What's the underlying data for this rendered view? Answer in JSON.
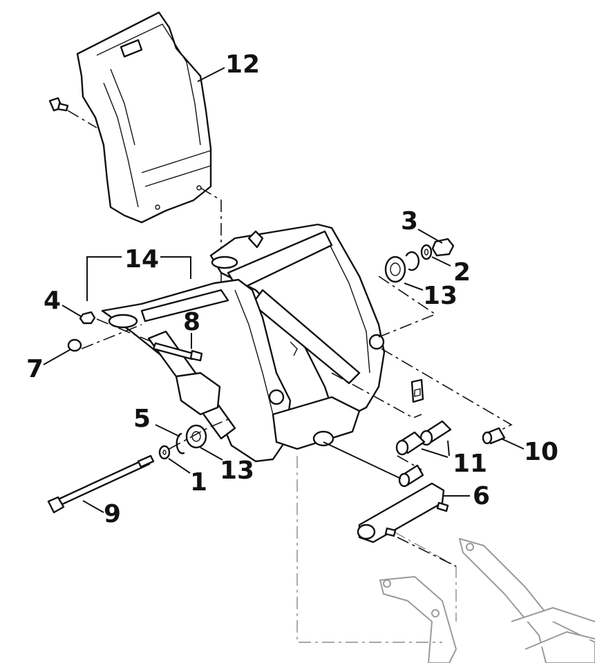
{
  "callouts": [
    {
      "id": "c12",
      "text": "12"
    },
    {
      "id": "c3",
      "text": "3"
    },
    {
      "id": "c2",
      "text": "2"
    },
    {
      "id": "c13a",
      "text": "13"
    },
    {
      "id": "c14",
      "text": "14"
    },
    {
      "id": "c4",
      "text": "4"
    },
    {
      "id": "c8",
      "text": "8"
    },
    {
      "id": "c7",
      "text": "7"
    },
    {
      "id": "c5",
      "text": "5"
    },
    {
      "id": "c13b",
      "text": "13"
    },
    {
      "id": "c1",
      "text": "1"
    },
    {
      "id": "c9",
      "text": "9"
    },
    {
      "id": "c10",
      "text": "10"
    },
    {
      "id": "c11",
      "text": "11"
    },
    {
      "id": "c6",
      "text": "6"
    }
  ],
  "colors": {
    "ink": "#111111",
    "ghost": "#9a9a9a",
    "background": "#ffffff"
  }
}
